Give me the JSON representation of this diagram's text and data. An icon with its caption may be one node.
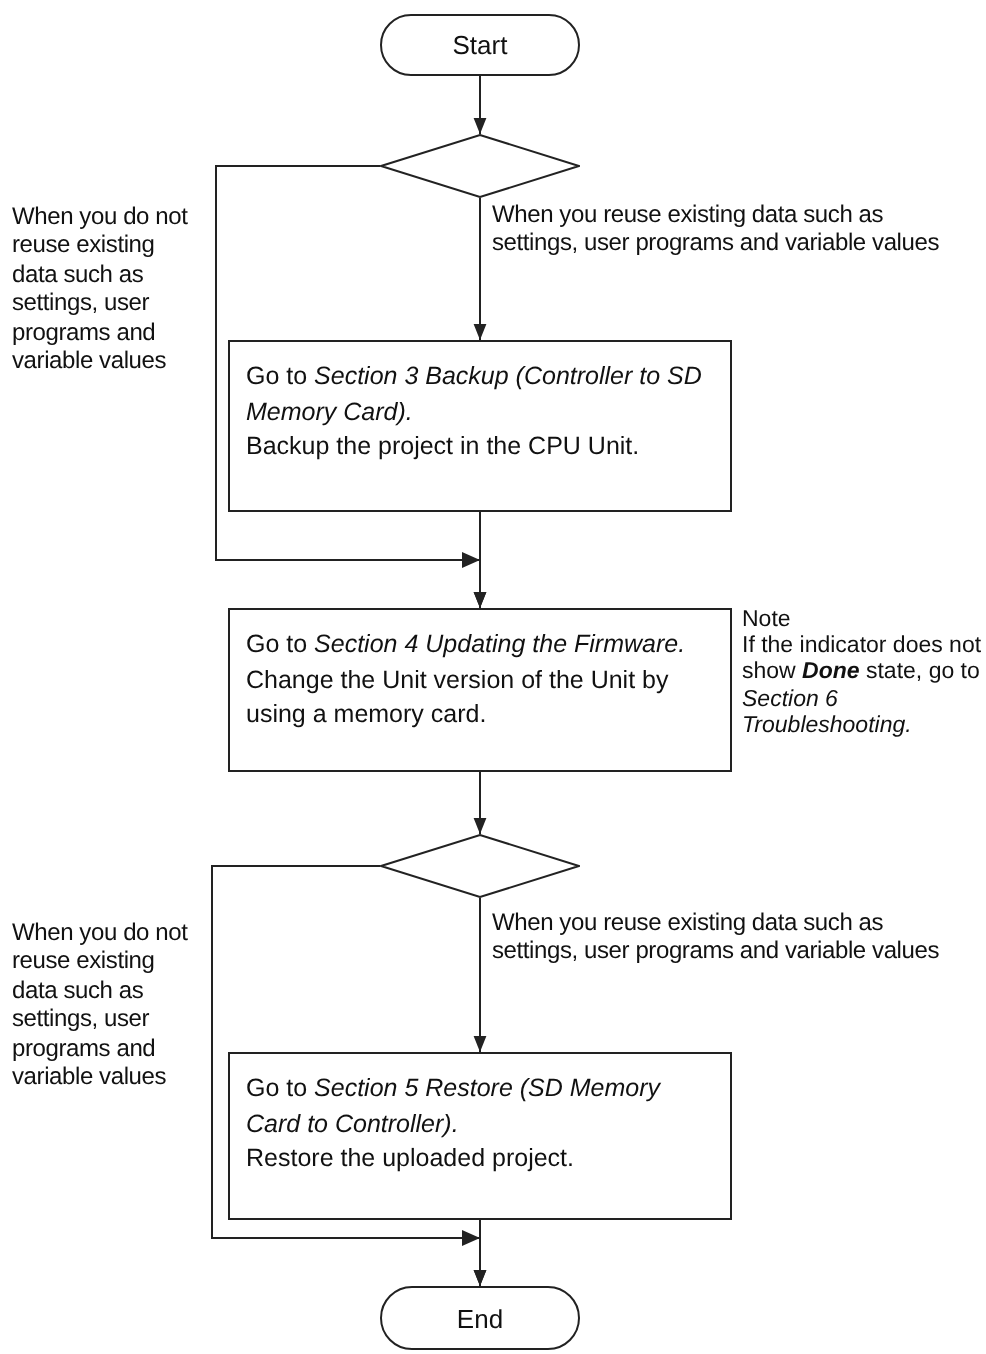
{
  "diagram": {
    "nodes": [
      {
        "text": [
          "Start"
        ]
      },
      {
        "text": [],
        "shape": "diamond"
      },
      {
        "text": [
          "Go to *Section 3 Backup (Controller to SD Memory Card).*",
          "Backup the project in the CPU Unit."
        ]
      },
      {
        "text": [
          "Go to *Section 4 Updating the Firmware.*",
          "Change the Unit version of the Unit by using a memory card."
        ],
        "beside": [
          "Note",
          "If the indicator does not show **Done** state, go to *Section 6 Troubleshooting.*"
        ]
      },
      {
        "text": [],
        "shape": "diamond"
      },
      {
        "text": [
          "Go to *Section 5 Restore (SD Memory Card to Controller).*",
          "Restore the uploaded project."
        ]
      },
      {
        "text": [
          "End"
        ]
      }
    ],
    "edges": [
      {
        "from": 0,
        "to": 1,
        "arrow": "to"
      },
      {
        "from": 1,
        "to": 2,
        "arrow": "to",
        "label": "When you reuse existing data such as settings, user programs and variable values"
      },
      {
        "from": 1,
        "to": 3,
        "arrow": "to",
        "label": "When you do not reuse existing data such as settings, user programs and variable values"
      },
      {
        "from": 2,
        "to": 3,
        "arrow": "to"
      },
      {
        "from": 3,
        "to": 4,
        "arrow": "to"
      },
      {
        "from": 4,
        "to": 5,
        "arrow": "to",
        "label": "When you reuse existing data such as settings, user programs and variable values"
      },
      {
        "from": 4,
        "to": 6,
        "arrow": "to",
        "label": "When you do not reuse existing data such as settings, user programs and variable values"
      },
      {
        "from": 5,
        "to": 6,
        "arrow": "to"
      }
    ]
  }
}
